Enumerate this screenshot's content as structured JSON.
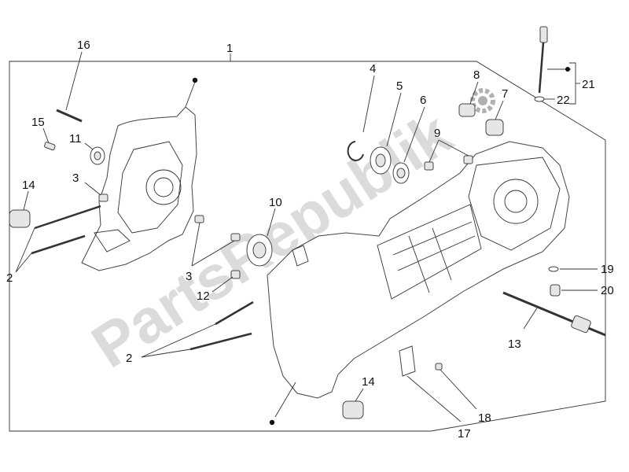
{
  "watermark": "PartsRepublik",
  "gear_color": "#b0b0b0",
  "callouts": [
    {
      "id": "c1",
      "text": "1"
    },
    {
      "id": "c16",
      "text": "16"
    },
    {
      "id": "c15",
      "text": "15"
    },
    {
      "id": "c11",
      "text": "11"
    },
    {
      "id": "c14a",
      "text": "14"
    },
    {
      "id": "c3a",
      "text": "3"
    },
    {
      "id": "c2a",
      "text": "2"
    },
    {
      "id": "c3b",
      "text": "3"
    },
    {
      "id": "c12",
      "text": "12"
    },
    {
      "id": "c10",
      "text": "10"
    },
    {
      "id": "c2b",
      "text": "2"
    },
    {
      "id": "c4",
      "text": "4"
    },
    {
      "id": "c5",
      "text": "5"
    },
    {
      "id": "c6",
      "text": "6"
    },
    {
      "id": "c8",
      "text": "8"
    },
    {
      "id": "c7",
      "text": "7"
    },
    {
      "id": "c9",
      "text": "9"
    },
    {
      "id": "c21",
      "text": "21"
    },
    {
      "id": "c22",
      "text": "22"
    },
    {
      "id": "c19",
      "text": "19"
    },
    {
      "id": "c20",
      "text": "20"
    },
    {
      "id": "c13",
      "text": "13"
    },
    {
      "id": "c14b",
      "text": "14"
    },
    {
      "id": "c18",
      "text": "18"
    },
    {
      "id": "c17",
      "text": "17"
    }
  ]
}
